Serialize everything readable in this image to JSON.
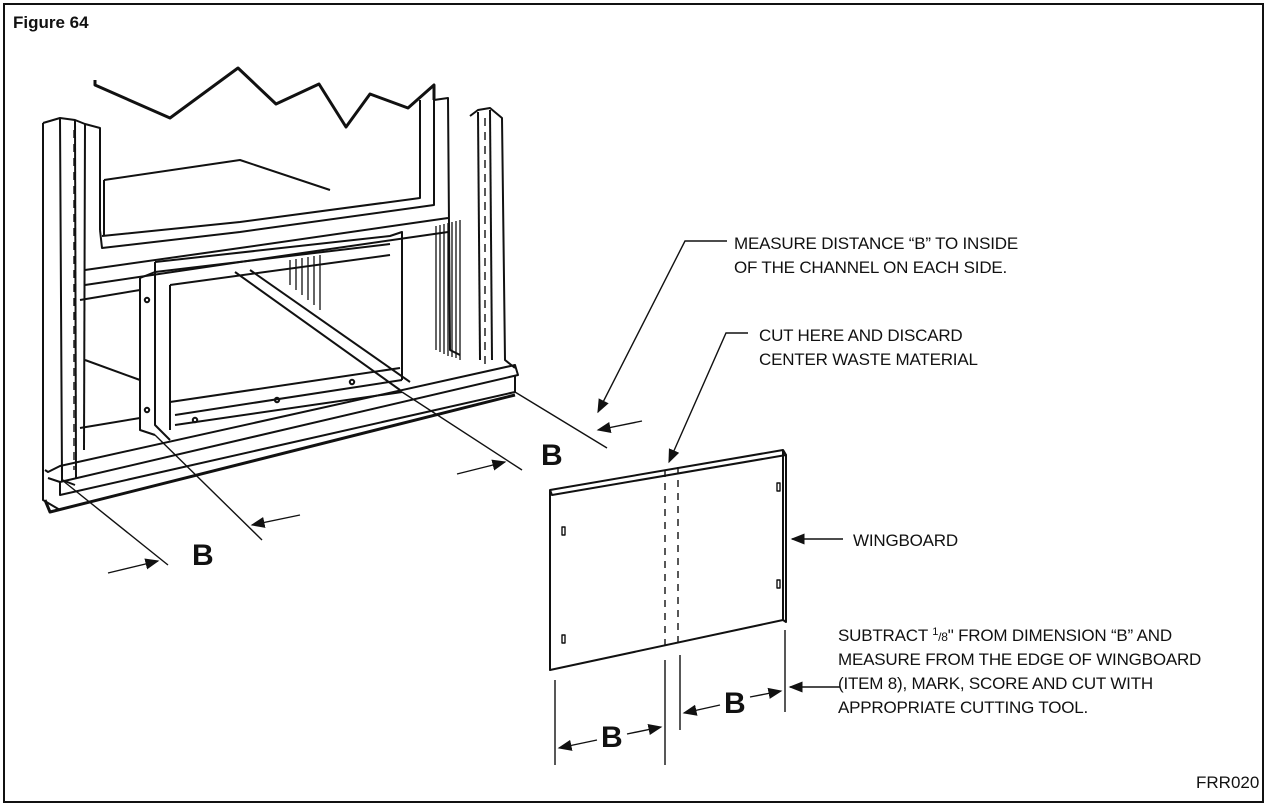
{
  "figure": {
    "title": "Figure 64",
    "code": "FRR020"
  },
  "labels": {
    "measure_line1": "MEASURE DISTANCE “B” TO INSIDE",
    "measure_line2": "OF THE CHANNEL ON EACH SIDE.",
    "cut_line1": "CUT HERE AND DISCARD",
    "cut_line2": "CENTER WASTE MATERIAL",
    "wingboard": "WINGBOARD",
    "subtract_line1_pre": "SUBTRACT ",
    "subtract_sup": "1",
    "subtract_sub": "/8",
    "subtract_line1_post": "\" FROM DIMENSION “B” AND",
    "subtract_line2": "MEASURE FROM THE EDGE OF WINGBOARD",
    "subtract_line3": "(ITEM 8), MARK, SCORE AND CUT WITH",
    "subtract_line4": "APPROPRIATE CUTTING TOOL."
  },
  "dimensions": {
    "b": "B"
  },
  "colors": {
    "ink": "#111111",
    "paper": "#ffffff"
  }
}
